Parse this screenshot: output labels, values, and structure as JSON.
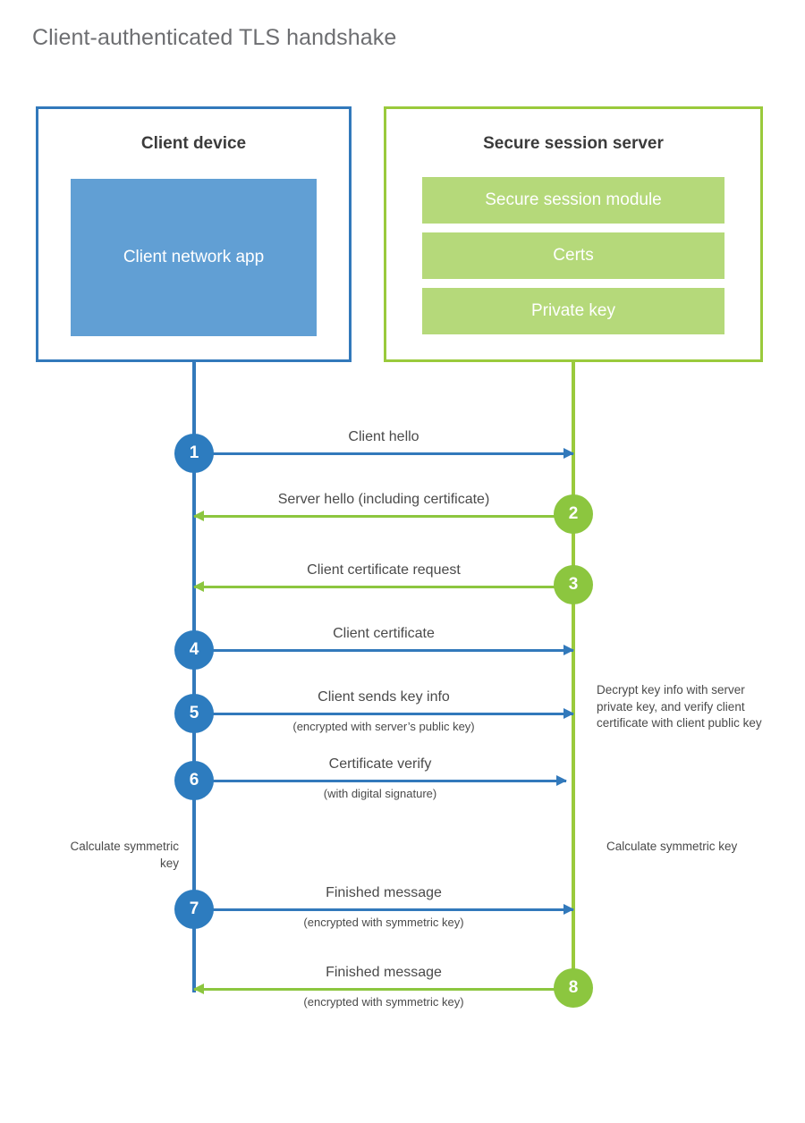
{
  "title": "Client-authenticated TLS handshake",
  "colors": {
    "client_blue": "#3279bb",
    "client_app_blue": "#619fd4",
    "step_blue": "#2d7cbf",
    "server_green": "#9aca3c",
    "server_bar_green": "#b5d97a",
    "step_green": "#8cc63f",
    "text": "#4a4a4a",
    "title_text": "#6d6e71",
    "background": "#ffffff"
  },
  "client": {
    "title": "Client device",
    "app_label": "Client network app"
  },
  "server": {
    "title": "Secure session server",
    "components": [
      "Secure session module",
      "Certs",
      "Private key"
    ]
  },
  "notes": {
    "server_decrypt": "Decrypt key info with server private key, and verify client certificate with client public key",
    "client_calc": "Calculate symmetric key",
    "server_calc": "Calculate symmetric key"
  },
  "messages": [
    {
      "step": "1",
      "label": "Client hello",
      "sub": "",
      "direction": "client-to-server",
      "color": "blue"
    },
    {
      "step": "2",
      "label": "Server hello (including certificate)",
      "sub": "",
      "direction": "server-to-client",
      "color": "green"
    },
    {
      "step": "3",
      "label": "Client certificate request",
      "sub": "",
      "direction": "server-to-client",
      "color": "green"
    },
    {
      "step": "4",
      "label": "Client certificate",
      "sub": "",
      "direction": "client-to-server",
      "color": "blue"
    },
    {
      "step": "5",
      "label": "Client sends key info",
      "sub": "(encrypted with server’s public key)",
      "direction": "client-to-server",
      "color": "blue"
    },
    {
      "step": "6",
      "label": "Certificate verify",
      "sub": "(with digital signature)",
      "direction": "client-to-server",
      "color": "blue"
    },
    {
      "step": "7",
      "label": "Finished message",
      "sub": "(encrypted with symmetric key)",
      "direction": "client-to-server",
      "color": "blue"
    },
    {
      "step": "8",
      "label": "Finished message",
      "sub": "(encrypted with symmetric key)",
      "direction": "server-to-client",
      "color": "green"
    }
  ]
}
